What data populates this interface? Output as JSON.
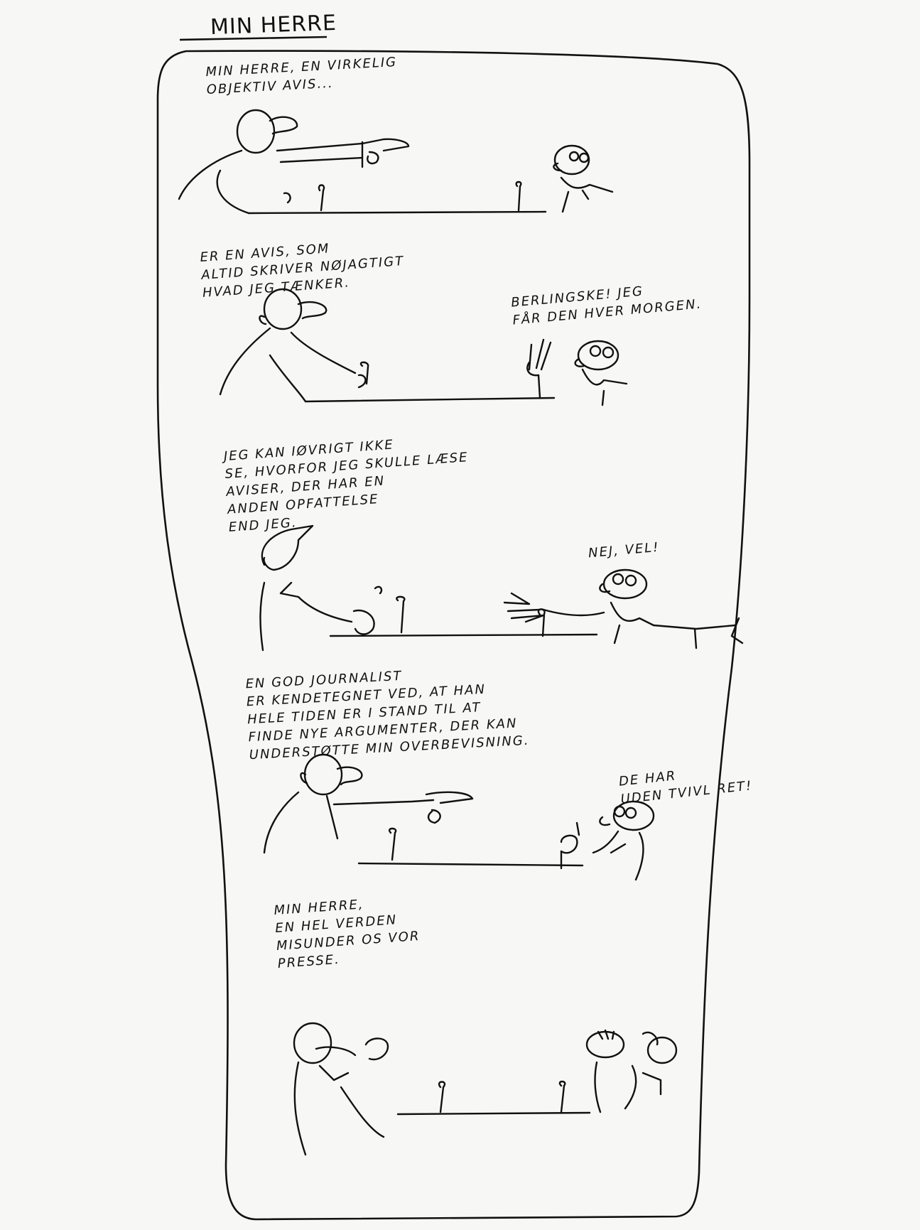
{
  "header": {
    "title": "MIN HERRE"
  },
  "panels": [
    {
      "speaker_text": "MIN HERRE, EN VIRKELIG\nOBJEKTIV AVIS...",
      "reply_text": ""
    },
    {
      "speaker_text": "ER EN AVIS, SOM\nALTID SKRIVER NØJAGTIGT\nHVAD JEG TÆNKER.",
      "reply_text": "BERLINGSKE! JEG\nFÅR DEN HVER MORGEN."
    },
    {
      "speaker_text": "JEG KAN IØVRIGT IKKE\nSE, HVORFOR JEG SKULLE LÆSE\nAVISER, DER HAR EN\nANDEN OPFATTELSE\nEND JEG.",
      "reply_text": "NEJ, VEL!"
    },
    {
      "speaker_text": "EN GOD JOURNALIST\nER KENDETEGNET VED, AT HAN\nHELE TIDEN ER I STAND TIL AT\nFINDE NYE ARGUMENTER, DER KAN\nUNDERSTØTTE MIN OVERBEVISNING.",
      "reply_text": "DE HAR\nUDEN TVIVL RET!"
    },
    {
      "speaker_text": "MIN HERRE,\nEN HEL VERDEN\nMISUNDER OS VOR\nPRESSE.",
      "reply_text": ""
    }
  ]
}
